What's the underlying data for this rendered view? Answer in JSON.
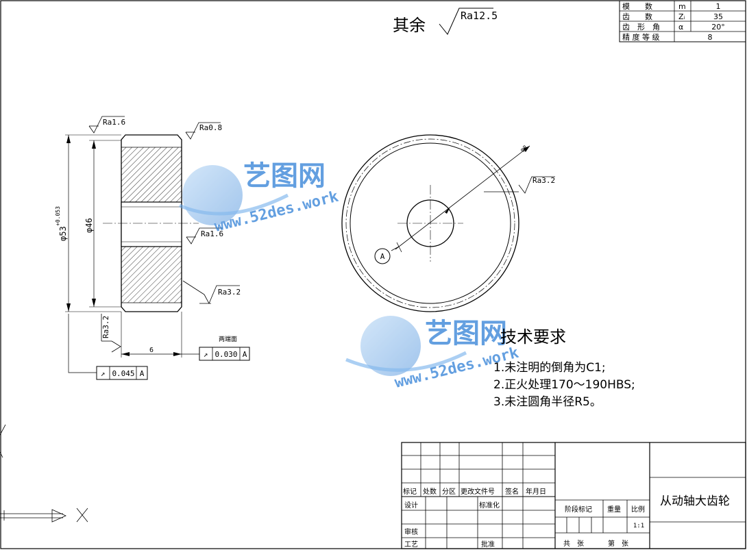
{
  "general_roughness": {
    "prefix": "其余",
    "value": "Ra12.5"
  },
  "gear_params": [
    {
      "name": "模　　数",
      "symbol": "m",
      "value": "1"
    },
    {
      "name": "齿　　数",
      "symbol": "Zᵢ",
      "value": "35"
    },
    {
      "name": "齿　形　角",
      "symbol": "α",
      "value": "20°"
    },
    {
      "name": "精 度 等 级",
      "symbol": "",
      "value": "8"
    }
  ],
  "section_view": {
    "roughness_top_left": "Ra1.6",
    "roughness_top_right": "Ra0.8",
    "roughness_bore": "Ra1.6",
    "roughness_face": "Ra3.2",
    "roughness_bottom_left": "Ra3.2",
    "dim_outer": "φ53",
    "dim_outer_tol": "+0.053",
    "dim_bore": "φ46",
    "dim_width": "6",
    "end_faces_label": "两端面",
    "runout_right": {
      "symbol": "↗",
      "value": "0.030",
      "datum": "A"
    },
    "runout_left": {
      "symbol": "↗",
      "value": "0.045",
      "datum": "A"
    }
  },
  "front_view": {
    "roughness": "Ra3.2",
    "leader_label": "φ8",
    "datum_label": "A"
  },
  "watermark": {
    "brand": "艺图网",
    "url": "www.52des.work"
  },
  "tech_requirements": {
    "title": "技术要求",
    "items": [
      "1.未注明的倒角为C1;",
      "2.正火处理170～190HBS;",
      "3.未注圆角半径R5。"
    ]
  },
  "title_block": {
    "headers": [
      "标记",
      "处数",
      "分区",
      "更改文件号",
      "签名",
      "年月日"
    ],
    "roles": {
      "design": "设计",
      "standard": "标准化",
      "review": "审核",
      "craft": "工艺",
      "approve": "批准"
    },
    "stage": "阶段标记",
    "weight": "重量",
    "scale_label": "比例",
    "scale_value": "1:1",
    "sheet_total": "共　张",
    "sheet_no": "第　张",
    "part_name": "从动轴大齿轮"
  }
}
